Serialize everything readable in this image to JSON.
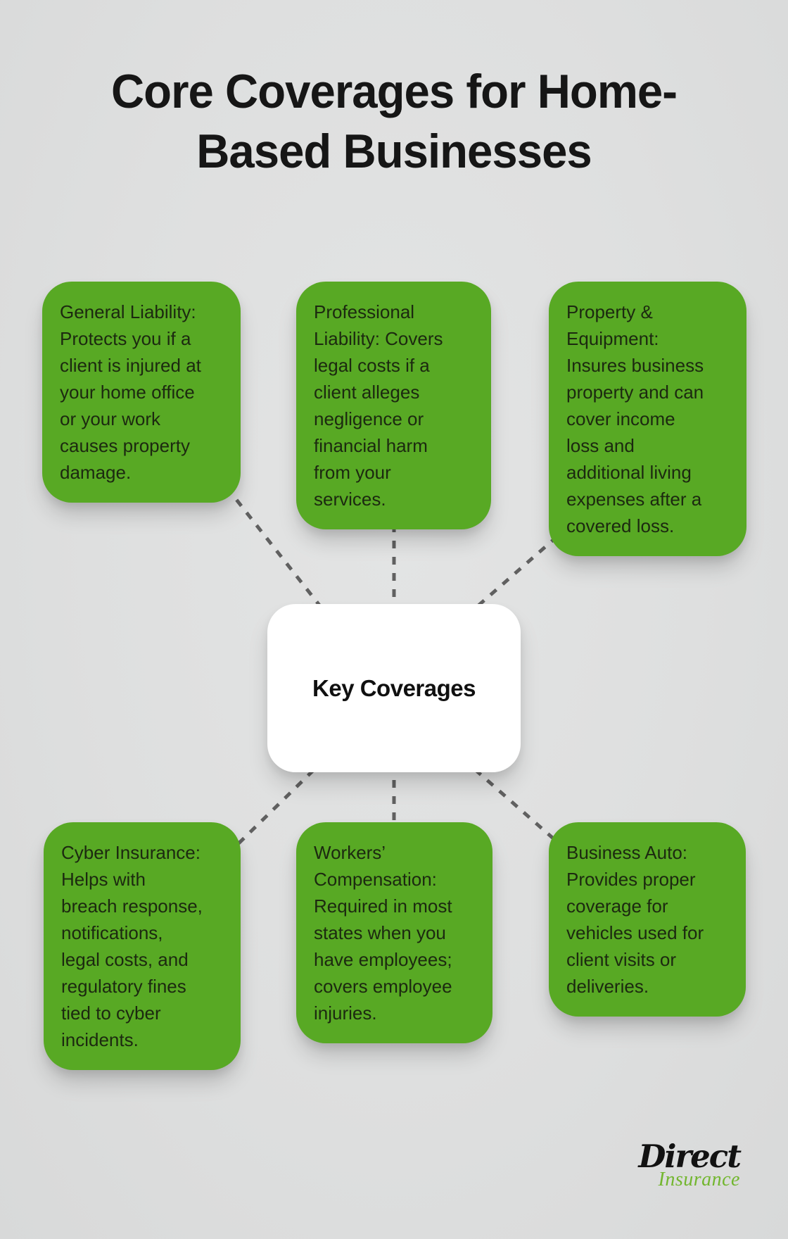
{
  "title": {
    "lines": [
      "Core Coverages for Home-",
      "Based Businesses"
    ]
  },
  "center_node": {
    "label": "Key Coverages"
  },
  "cards": [
    {
      "id": "general-liability",
      "lines": [
        "General Liability:",
        "Protects you if a",
        "client is injured at",
        "your home office",
        "or your work",
        "causes property",
        "damage."
      ]
    },
    {
      "id": "professional-liability",
      "lines": [
        "Professional",
        "Liability: Covers",
        "legal costs if a",
        "client alleges",
        "negligence or",
        "financial harm",
        "from your",
        "services."
      ]
    },
    {
      "id": "property-equipment",
      "lines": [
        "Property &",
        "Equipment:",
        "Insures business",
        "property and can",
        "cover income",
        "loss and",
        "additional living",
        "expenses after a",
        "covered loss."
      ]
    },
    {
      "id": "cyber-insurance",
      "lines": [
        "Cyber Insurance:",
        "Helps with",
        "breach response,",
        "notifications,",
        "legal costs, and",
        "regulatory fines",
        "tied to cyber",
        "incidents."
      ]
    },
    {
      "id": "workers-compensation",
      "lines": [
        "Workers’",
        "Compensation:",
        "Required in most",
        "states when you",
        "have employees;",
        "covers employee",
        "injuries."
      ]
    },
    {
      "id": "business-auto",
      "lines": [
        "Business Auto:",
        "Provides proper",
        "coverage for",
        "vehicles used for",
        "client visits or",
        "deliveries."
      ]
    }
  ],
  "logo": {
    "name": "Direct",
    "tagline": "Insurance"
  },
  "colors": {
    "card_green": "#58a924",
    "logo_green": "#72b62e",
    "dash_gray": "#606060",
    "background_gray": "#dedfdf",
    "card_text": "#1c2910",
    "title_text": "#161616"
  }
}
